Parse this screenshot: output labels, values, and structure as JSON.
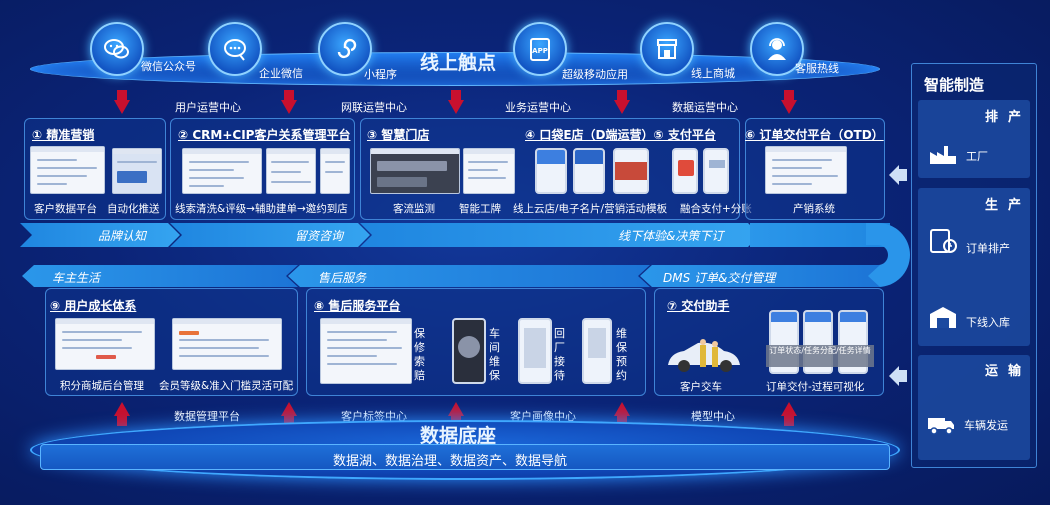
{
  "top": {
    "title": "线上触点",
    "touchpoints": [
      {
        "label": "微信公众号",
        "icon": "wechat-icon"
      },
      {
        "label": "企业微信",
        "icon": "wecom-icon"
      },
      {
        "label": "小程序",
        "icon": "mini-program-icon"
      },
      {
        "label": "超级移动应用",
        "icon": "app-icon"
      },
      {
        "label": "线上商城",
        "icon": "shop-icon"
      },
      {
        "label": "客服热线",
        "icon": "customer-service-icon"
      }
    ],
    "centers": [
      "用户运营中心",
      "网联运营中心",
      "业务运营中心",
      "数据运营中心"
    ]
  },
  "upper_panels": {
    "p1": {
      "title": "① 精准营销",
      "captions": [
        "客户数据平台",
        "自动化推送"
      ]
    },
    "p2": {
      "title": "② CRM+CIP客户关系管理平台",
      "caption": "线索清洗&评级→辅助建单→邀约到店"
    },
    "p3": {
      "title": "③ 智慧门店",
      "captions": [
        "客流监测",
        "智能工牌"
      ]
    },
    "p45": {
      "title": "④ 口袋E店（D端运营）⑤ 支付平台",
      "captions": [
        "线上云店/电子名片/营销活动模板",
        "融合支付+分账"
      ]
    },
    "p6": {
      "title": "⑥ 订单交付平台（OTD）",
      "caption": "产销系统"
    }
  },
  "flow_upper": [
    "品牌认知",
    "留资咨询",
    "线下体验&决策下订"
  ],
  "flow_lower": [
    "车主生活",
    "售后服务",
    "DMS 订单&交付管理"
  ],
  "lower_panels": {
    "p9": {
      "title": "⑨ 用户成长体系",
      "captions": [
        "积分商城后台管理",
        "会员等级&准入门槛灵活可配"
      ]
    },
    "p8": {
      "title": "⑧ 售后服务平台",
      "vertical": [
        "保修索赔",
        "车间维保",
        "回厂接待",
        "维保预约"
      ]
    },
    "p7": {
      "title": "⑦ 交付助手",
      "captions": [
        "客户交车",
        "订单交付-过程可视化"
      ],
      "overlay": "订单状态/任务分配/任务详情"
    }
  },
  "bottom": {
    "centers": [
      "数据管理平台",
      "客户标签中心",
      "客户画像中心",
      "模型中心"
    ],
    "title": "数据底座",
    "bar": "数据湖、数据治理、数据资产、数据导航"
  },
  "right": {
    "title": "智能制造",
    "sections": [
      {
        "head": "排产",
        "items": [
          "工厂"
        ]
      },
      {
        "head": "生产",
        "items": [
          "订单排产",
          "下线入库"
        ]
      },
      {
        "head": "运输",
        "items": [
          "车辆发运"
        ]
      }
    ]
  },
  "colors": {
    "background": "#0b2478",
    "accent": "#2e8fff",
    "arrow": "#c8102e",
    "panel_border": "#3f84d6"
  }
}
